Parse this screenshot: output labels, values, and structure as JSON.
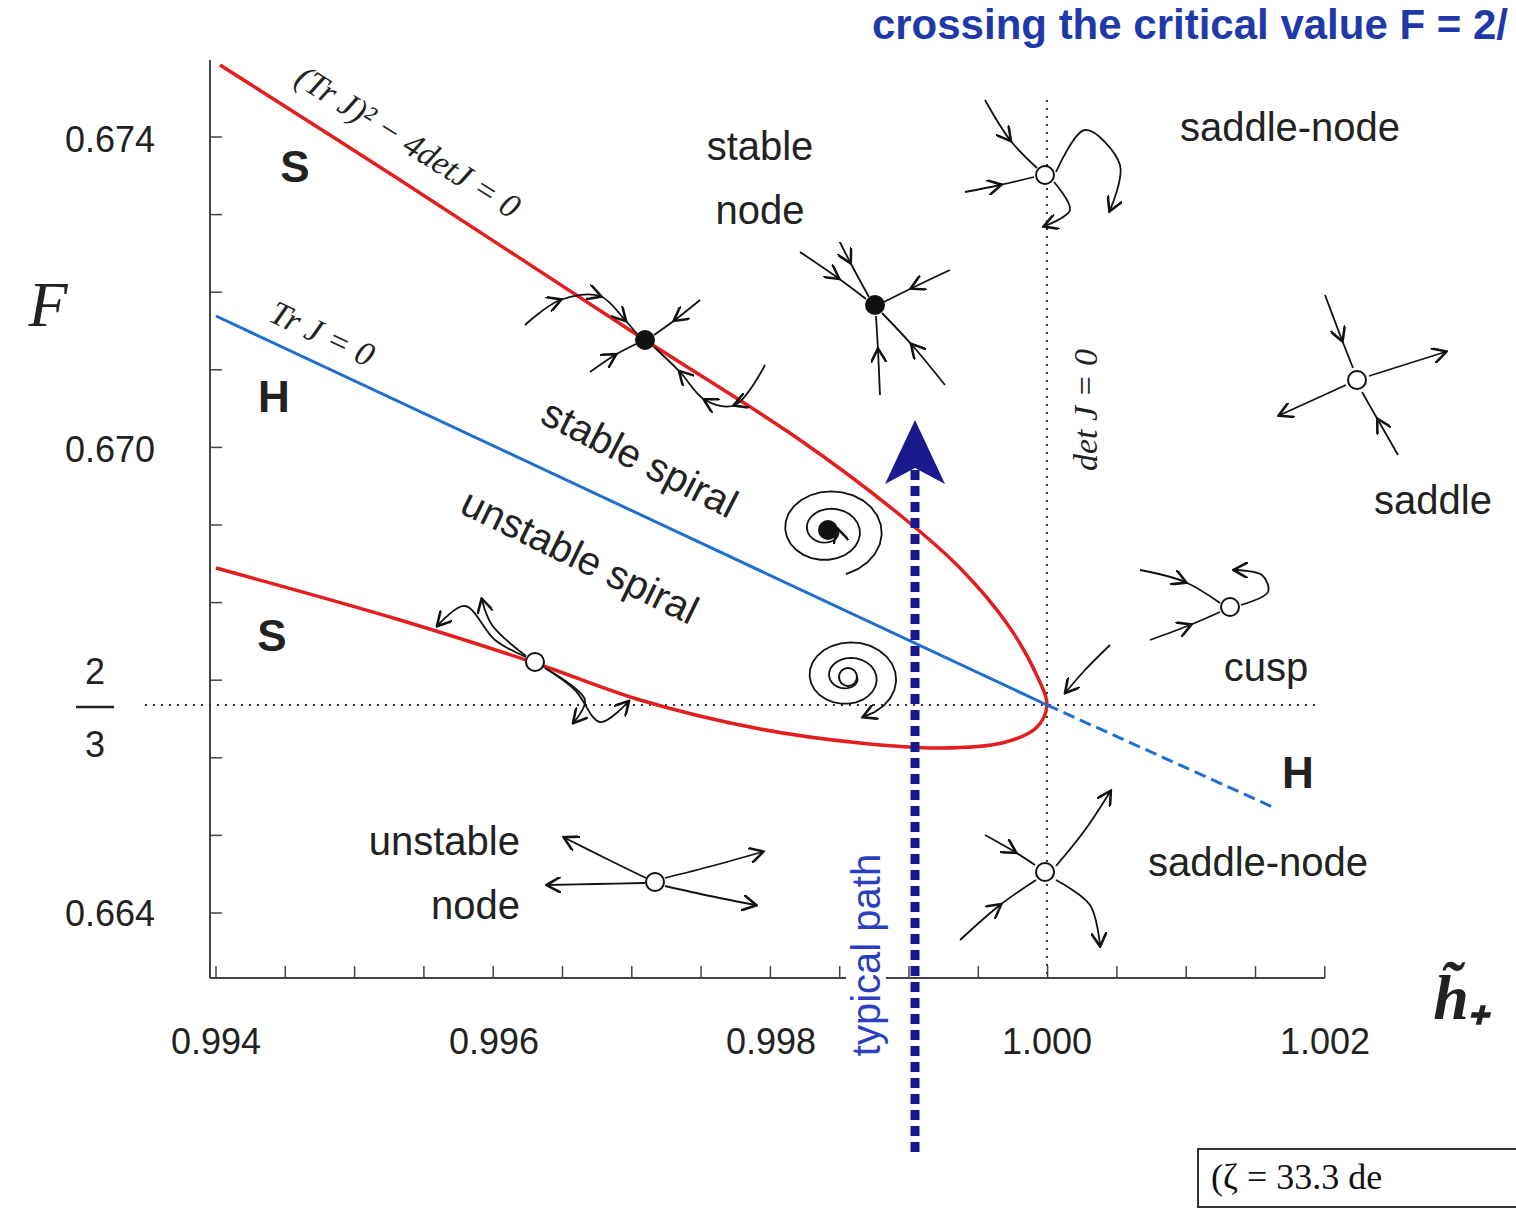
{
  "diagram": {
    "title": "crossing the critical value F = 2/",
    "nodes": [
      {
        "text": [
          "(ζ = 33.3 de"
        ]
      }
    ],
    "labels": [
      "(Tr J)² − 4detJ = 0",
      "S",
      "Tr J = 0",
      "H",
      "stable node",
      "saddle-node",
      "det J = 0",
      "saddle",
      "stable spiral",
      "unstable spiral",
      "S",
      "cusp",
      "H",
      "unstable node",
      "saddle-node",
      "typical path",
      "F",
      "0.674",
      "0.670",
      "2",
      "3",
      "0.664",
      "0.994",
      "0.996",
      "0.998",
      "1.000",
      "1.002",
      "h̃₊"
    ]
  }
}
